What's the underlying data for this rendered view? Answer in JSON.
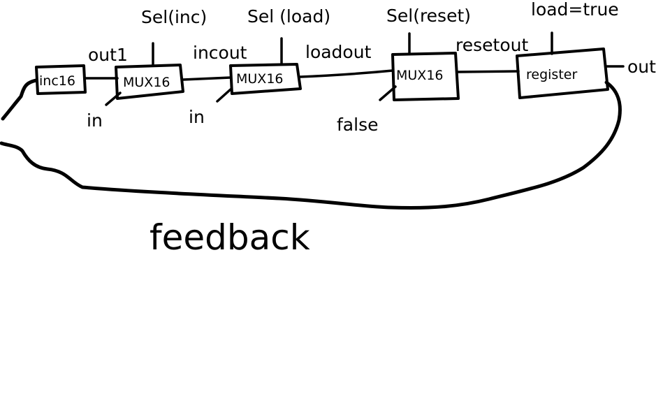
{
  "diagram": {
    "blocks": {
      "inc16": "inc16",
      "mux_inc": "MUX16",
      "mux_load": "MUX16",
      "mux_reset": "MUX16",
      "register": "register"
    },
    "labels": {
      "sel_inc": "Sel(inc)",
      "sel_load": "Sel (load)",
      "sel_reset": "Sel(reset)",
      "load_true": "load=true",
      "out1": "out1",
      "incout": "incout",
      "loadout": "loadout",
      "resetout": "resetout",
      "out": "out",
      "in_1": "in",
      "in_2": "in",
      "false": "false",
      "feedback": "feedback"
    }
  }
}
